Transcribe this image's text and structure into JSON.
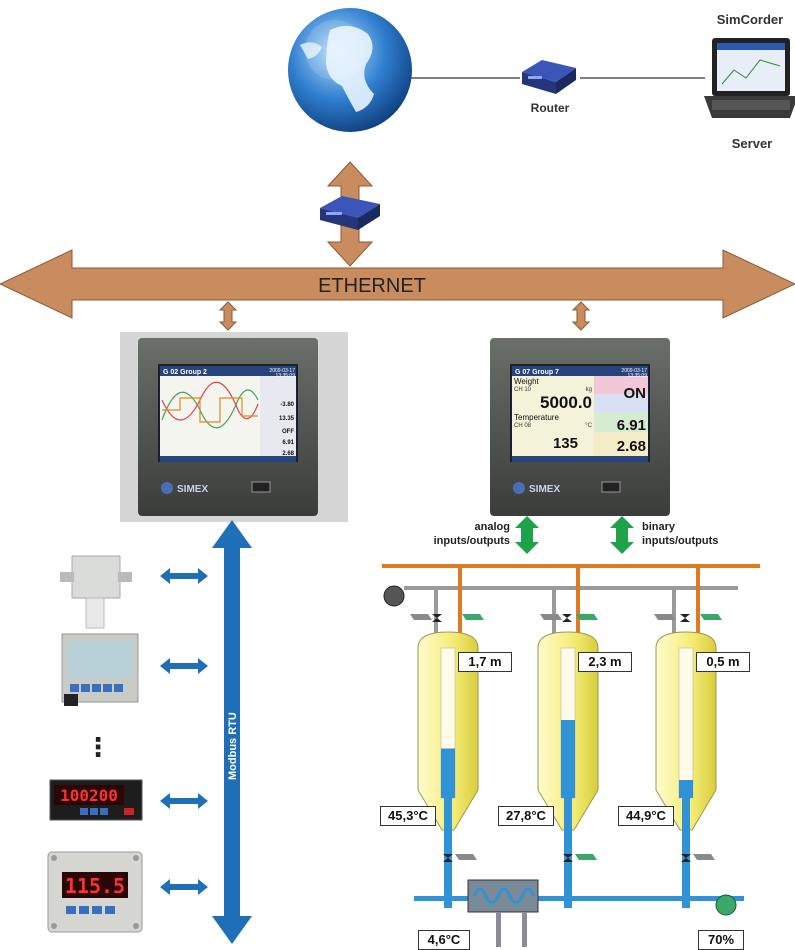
{
  "labels": {
    "simcorder": "SimCorder",
    "server": "Server",
    "router": "Router",
    "ethernet": "ETHERNET",
    "analog_line1": "analog",
    "analog_line2": "inputs/outputs",
    "binary_line1": "binary",
    "binary_line2": "inputs/outputs",
    "modbus": "Modbus RTU",
    "ellipsis": "⋮",
    "brand": "SIMEX"
  },
  "recorder1": {
    "header": "G 02  Group 2",
    "date": "2009-03-17",
    "time": "13:35:09",
    "values": [
      "-3.80",
      "13.35",
      "OFF",
      "6.91",
      "2.68"
    ]
  },
  "recorder2": {
    "header": "G 07  Group 7",
    "date": "2009-03-17",
    "time": "13:35:09",
    "ch1_name": "Weight",
    "ch1_id": "CH 10",
    "ch1_unit": "kg",
    "ch1_value": "5000.0",
    "ch2_value": "ON",
    "ch3_name": "Temperature",
    "ch3_id": "CH 08",
    "ch3_unit": "°C",
    "ch3_value": "135",
    "ch4_value": "6.91",
    "ch5_value": "2.68"
  },
  "meters": {
    "panel_display": "100200",
    "box_display": "115.5"
  },
  "tanks": [
    {
      "level_label": "1,7 m",
      "temp_label": "45,3°C",
      "fill": 0.33
    },
    {
      "level_label": "2,3 m",
      "temp_label": "27,8°C",
      "fill": 0.52
    },
    {
      "level_label": "0,5 m",
      "temp_label": "44,9°C",
      "fill": 0.12
    }
  ],
  "bottom": {
    "left_value": "4,6°C",
    "right_value": "70%"
  },
  "colors": {
    "ethernet": "#c98c5f",
    "modbus": "#1e6fb8",
    "io_arrow": "#1fa34a",
    "tank_fill": "#f7f08a",
    "liquid": "#2f93d6",
    "pipe_orange": "#e07a22",
    "pipe_blue": "#2f93d6",
    "pipe_gray": "#9a9a9a"
  }
}
